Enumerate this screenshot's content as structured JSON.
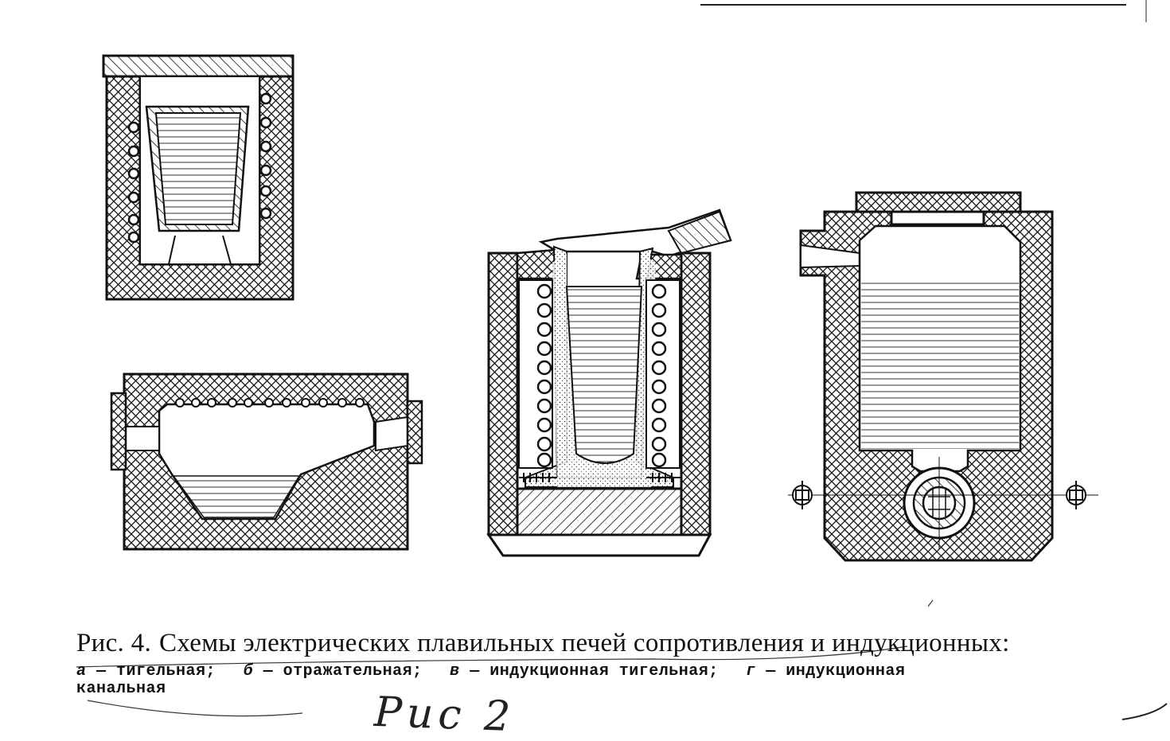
{
  "caption": {
    "figure_number": "Рис. 4.",
    "title": "Схемы электрических плавильных печей сопротивления и индукционных:",
    "items": [
      {
        "letter": "а",
        "text": "— тигельная;"
      },
      {
        "letter": "б",
        "text": "— отражательная;"
      },
      {
        "letter": "в",
        "text": "— индукционная тигельная;"
      },
      {
        "letter": "г",
        "text": "— индукционная"
      }
    ],
    "tail": "канальная"
  },
  "handwritten_note": "Рис 2",
  "colors": {
    "ink": "#111111",
    "paper": "#ffffff"
  }
}
